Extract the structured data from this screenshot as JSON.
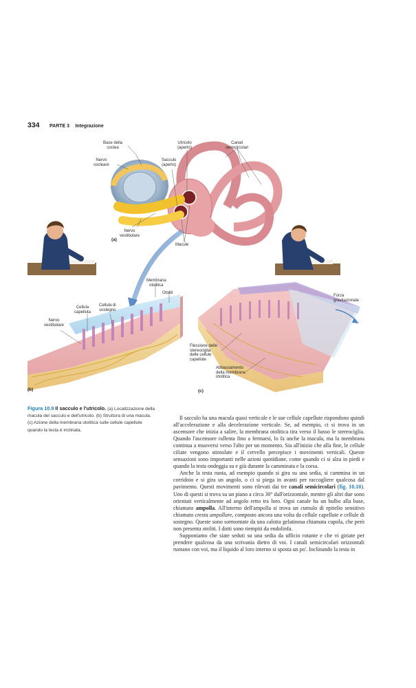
{
  "header": {
    "page_number": "334",
    "part": "PARTE 3",
    "chapter": "Integrazione"
  },
  "figure": {
    "labels": {
      "base_coclea": "Base della\ncoclea",
      "nervo_cocleare": "Nervo\ncocleare",
      "utricolo": "Utricolo\n(aperto)",
      "sacculo": "Sacculo\n(aperto)",
      "canali": "Canali\nsemicircolari",
      "nervo_vestibolare_a": "Nervo\nvestibolare",
      "macule": "Macule",
      "membrana_otolitica": "Membrana\notolitica",
      "otoliti": "Otoliti",
      "cellula_capelluta": "Cellula\ncapelluta",
      "cellula_sostegno": "Cellula di\nsostegno",
      "nervo_vestibolare_b": "Nervo\nvestibolare",
      "forza": "Forza\ngravitazionale",
      "flessione": "Flessione delle\nstereociglia\ndelle cellule\ncapellute",
      "abbassamento": "Abbassamento\ndella membrana\notolitica"
    },
    "panels": {
      "a": "(a)",
      "b": "(b)",
      "c": "(c)"
    }
  },
  "caption": {
    "number": "Figura 10.9",
    "title": "Il sacculo e l'utricolo.",
    "text": "(a) Localizzazione della macula del sacculo e dell'utricolo. (b) Struttura di una macula. (c) Azione della membrana otolitica sulle cellule capellute quando la testa è inclinata."
  },
  "body": {
    "p1": "Il sacculo ha una macula quasi verticale e le sue cellule capellute rispondono quindi all'accelerazione e alla decelerazione verticale. Se, ad esempio, ci si trova in un ascensore che inizia a salire, la membrana otolitica tira verso il basso le stereociglia. Quando l'ascensore rallenta fino a fermarsi, lo fa anche la macula, ma la membrana continua a muoversi verso l'alto per un momento. Sia all'inizio che alla fine, le cellule ciliate vengono stimolate e il cervello percepisce i movimenti verticali. Queste sensazioni sono importanti nelle azioni quotidiane, come quando ci si alza in piedi e quando la testa ondeggia su e giù durante la camminata e la corsa.",
    "p2_a": "Anche la testa ruota, ad esempio quando si gira su una sedia, si cammina in un corridoio e si gira un angolo, o ci si piega in avanti per raccogliere qualcosa dal pavimento. Questi movimenti sono rilevati dai tre ",
    "p2_b": "canali semicircolari",
    "p2_c": " (",
    "p2_d": "fig. 10.10",
    "p2_e": "). Uno di questi si trova su un piano a circa 30° dall'orizzontale, mentre gli altri due sono orientati verticalmente ad angolo retto tra loro. Ogni canale ha un bulbo alla base, chiamato ",
    "p2_f": "ampolla",
    "p2_g": ". All'interno dell'ampolla si trova un cumulo di epitelio sensitivo chiamato ",
    "p2_h": "cresta ampollare",
    "p2_i": ", composto ancora una volta da cellule capellute e cellule di sostegno. Queste sono sormontate da una calotta gelatinosa chiamata cupola, che però non presenta otoliti. I dotti sono riempiti da endolinfa.",
    "p3": "Supponiamo che siate seduti su una sedia da ufficio rotante e che vi giriate per prendere qualcosa da una scrivania dietro di voi. I canali semicircolari orizzontali ruotano con voi, ma il liquido al loro interno si sposta un po'. Inclinando la testa in"
  }
}
